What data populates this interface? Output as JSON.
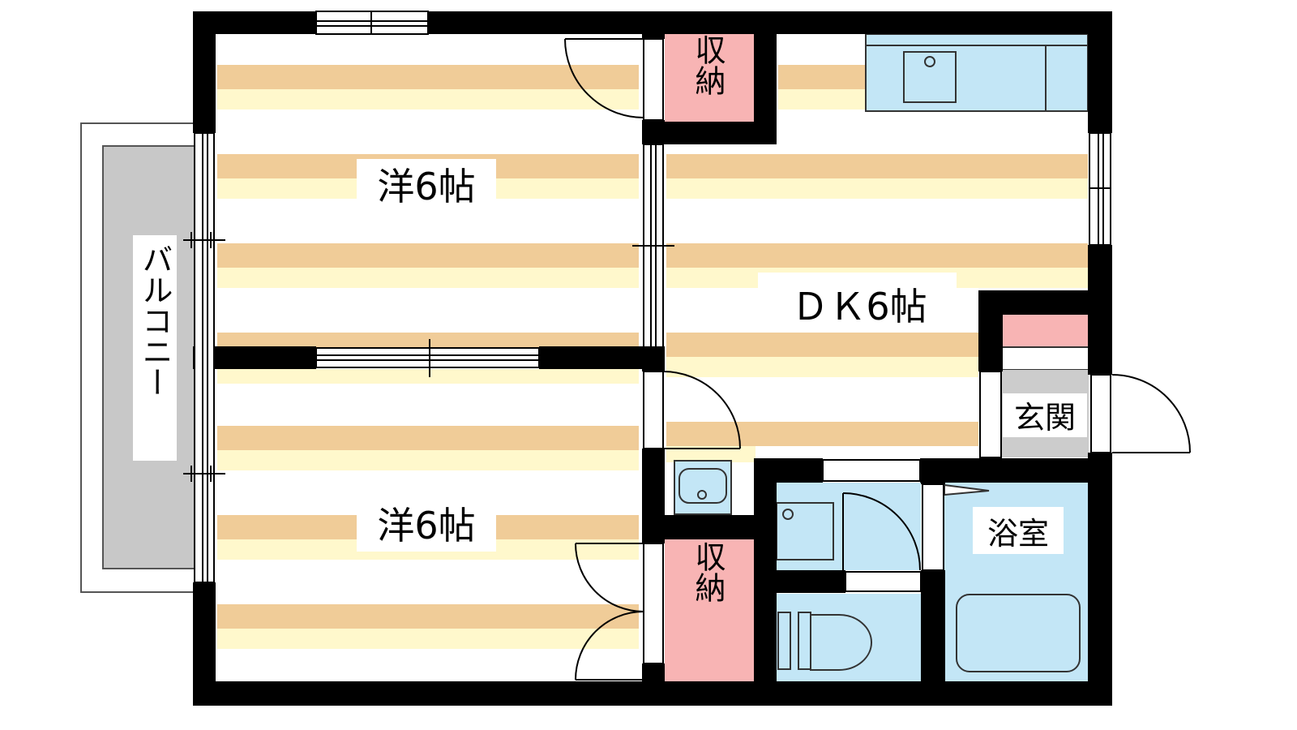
{
  "rooms": {
    "western_upper": "洋6帖",
    "western_lower": "洋6帖",
    "dk": "ＤＫ6帖",
    "balcony": "バルコニー",
    "storage_upper": "収納",
    "storage_lower": "収納",
    "entrance": "玄関",
    "bathroom": "浴室"
  },
  "colors": {
    "wall": "#000000",
    "floor_stripe_dark": "#f0cc98",
    "floor_stripe_light": "#fff8cc",
    "storage": "#f8b4b4",
    "wet_area": "#c3e6f6",
    "entrance_floor": "#cccccc",
    "balcony": "#c8c8c8"
  }
}
